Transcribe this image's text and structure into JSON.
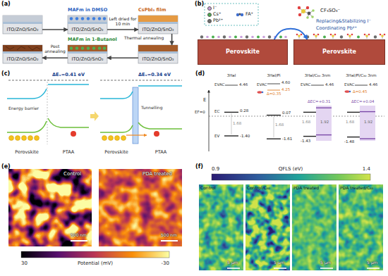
{
  "diagram": {
    "nodes": [
      {
        "text": [
          "ITO/ZnO/SnO₂"
        ]
      },
      {
        "text": [
          "MAFm in DMSO",
          "ITO/ZnO/SnO₂"
        ]
      },
      {
        "text": [
          "CsPbI₃ film",
          "ITO/ZnO/SnO₂"
        ]
      },
      {
        "text": [
          "ITO/ZnO/SnO₂"
        ]
      },
      {
        "text": [
          "MAFm in 1-Butanol",
          "ITO/ZnO/SnO₂"
        ]
      },
      {
        "text": [
          "ITO/ZnO/SnO₂"
        ]
      },
      {
        "text": [
          "Perovskite"
        ]
      },
      {
        "text": [
          "Perovskite"
        ]
      }
    ],
    "edges": [
      {
        "from": 0,
        "to": 1,
        "arrow": "to"
      },
      {
        "from": 1,
        "to": 2,
        "label": "Left dried for 10 min",
        "arrow": "to"
      },
      {
        "from": 2,
        "to": 3,
        "label": "Thermal annealing",
        "arrow": "to"
      },
      {
        "from": 3,
        "to": 4,
        "arrow": "to"
      },
      {
        "from": 4,
        "to": 5,
        "label": "Post annealing",
        "arrow": "to"
      },
      {
        "from": 6,
        "to": 7,
        "arrow": "to"
      }
    ],
    "labels": [
      "(a)",
      "(b)",
      "CF₃SO₃⁻",
      "Replacing&Stabilizing I⁻",
      "Coordinating Pb²⁺",
      "(c)",
      "ΔEᵥ=0.41 eV",
      "ΔEᵥ=0.34 eV",
      "Energy barrier",
      "Tunnelling",
      "Perovskite",
      "PTAA",
      "Perovskite",
      "PTAA",
      "(d)",
      "3Hal",
      "3Hal/Pi",
      "3Hal/C₆₀ 3nm",
      "3Hal/Pi/C₆₀ 3nm",
      "E",
      "EF=0",
      "EVAC",
      "4.46",
      "EVAC",
      "4.60",
      "4.25",
      "Δ=0.35",
      "EVAC",
      "4.46",
      "EVAC",
      "4.46",
      "Δ=0.45",
      "EC",
      "0.28",
      "1.68",
      "EV",
      "-1.40",
      "0.07",
      "1.68",
      "-1.61",
      "ΔEC=+0.31",
      "1.68",
      "1.92",
      "-1.43",
      "ΔEC=+0.04",
      "1.68",
      "1.92",
      "-1.48",
      "(e)",
      "Control",
      "500 nm",
      "PDA treated",
      "500 nm",
      "30",
      "Potential (mV)",
      "-30",
      "(f)",
      "0.9",
      "QFLS (eV)",
      "1.4",
      "Control",
      "5 μm",
      "Control/C₆₀",
      "5 μm",
      "PDA treated",
      "5 μm",
      "PDA treated/C₆₀",
      "5 μm"
    ],
    "legend": [
      {
        "text": "I⁻",
        "color": "#c9a0dc"
      },
      {
        "text": "Cs⁺",
        "color": "#4caf50"
      },
      {
        "text": "Pb²⁺",
        "color": "#6d6d6d"
      },
      {
        "text": "FA⁺"
      }
    ]
  }
}
